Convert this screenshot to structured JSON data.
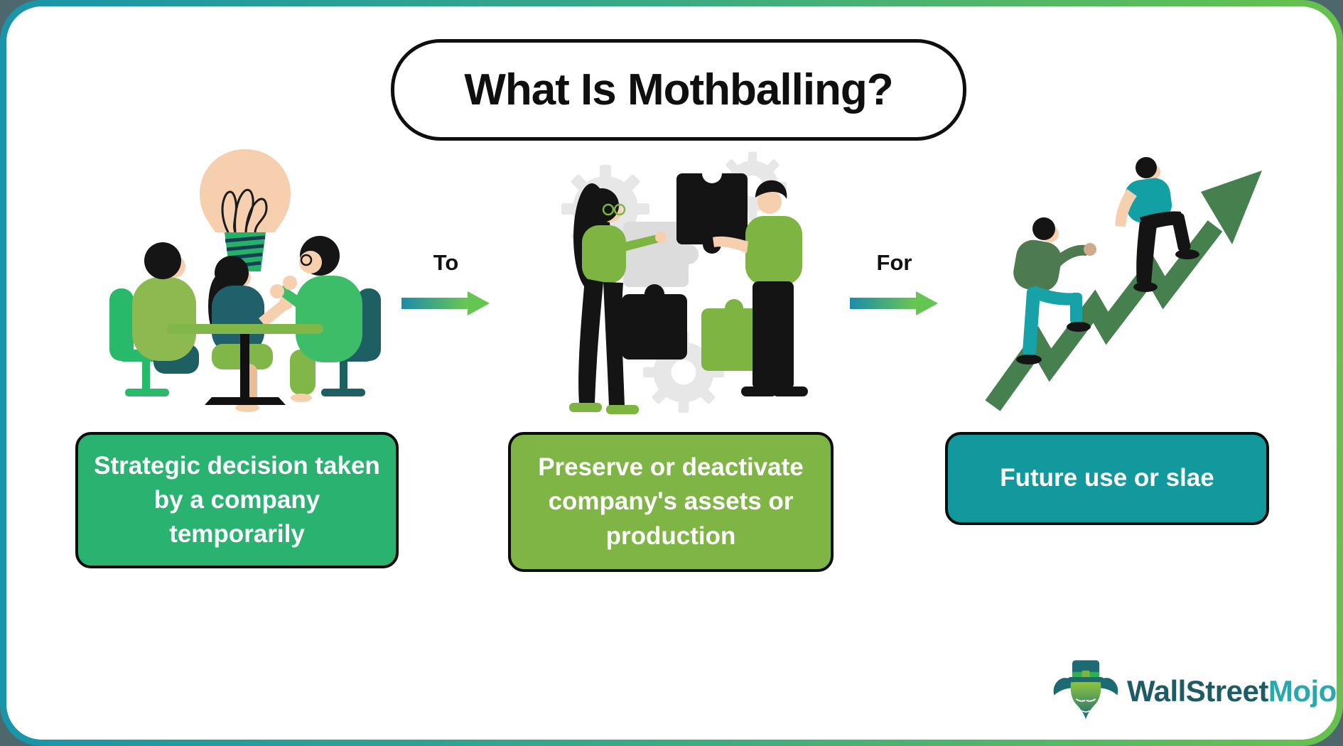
{
  "title": {
    "text": "What Is Mothballing?"
  },
  "flow": {
    "steps": [
      {
        "caption": "Strategic decision taken by a company temporarily",
        "box_color": "#29b270",
        "illustration": "team-discussion-lightbulb"
      },
      {
        "caption": "Preserve or deactivate company's assets or production",
        "box_color": "#7fb544",
        "illustration": "puzzle-teamwork-gears"
      },
      {
        "caption": "Future use or slae",
        "box_color": "#12999e",
        "illustration": "people-climbing-growth-arrow"
      }
    ],
    "connectors": [
      {
        "label": "To"
      },
      {
        "label": "For"
      }
    ]
  },
  "branding": {
    "logo_icon": "bull-with-top-hat-icon",
    "text_primary": "WallStreet",
    "text_secondary": "Mojo",
    "color_primary": "#1d5c66",
    "color_secondary": "#2aa8ac"
  },
  "palette": {
    "outside_background": "#4d686d",
    "frame_gradient": [
      "#1895a9",
      "#66c24d"
    ],
    "arrow_gradient": [
      "#1c8ca8",
      "#6cc653"
    ],
    "title_border": "#0f0f0f"
  }
}
